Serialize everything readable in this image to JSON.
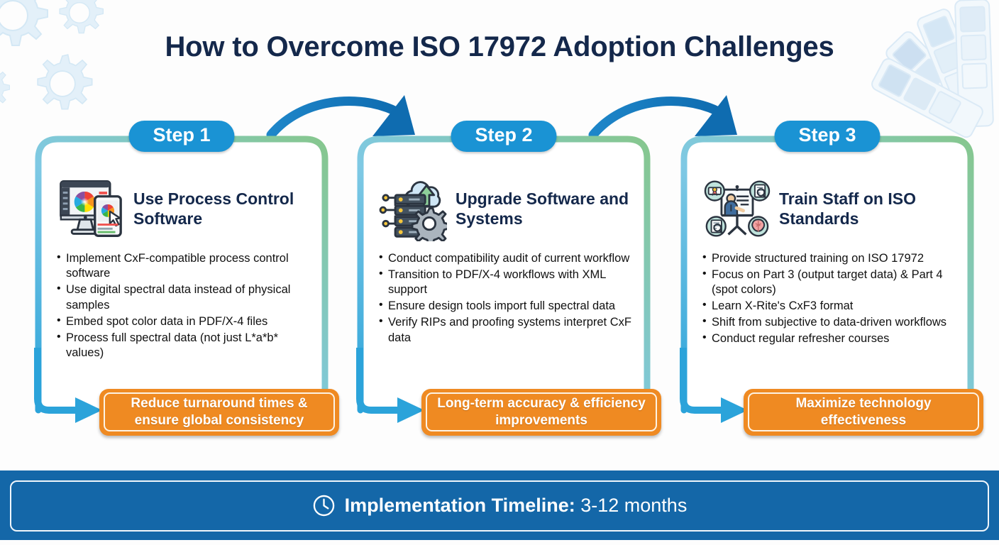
{
  "title": "How to Overcome ISO 17972 Adoption Challenges",
  "colors": {
    "badge_blue": "#1a93d4",
    "title_navy": "#14284b",
    "outcome_orange": "#ef8a22",
    "timeline_blue": "#1467a8",
    "arrow_blue": "#1272b6",
    "border_green": "#7cc189",
    "border_cyan": "#3aa9d8"
  },
  "steps": [
    {
      "badge": "Step 1",
      "icon": "monitor-color-wheel-icon",
      "heading": "Use Process Control Software",
      "bullets": [
        "Implement CxF-compatible process control software",
        "Use digital spectral data instead of physical samples",
        "Embed spot color data in PDF/X-4 files",
        "Process full spectral data (not just L*a*b* values)"
      ],
      "outcome": "Reduce turnaround times & ensure global consistency"
    },
    {
      "badge": "Step 2",
      "icon": "server-cloud-gear-icon",
      "heading": "Upgrade Software and Systems",
      "bullets": [
        "Conduct compatibility audit of current workflow",
        "Transition to PDF/X-4 workflows with XML support",
        "Ensure design tools import full spectral data",
        "Verify RIPs and proofing systems interpret CxF data"
      ],
      "outcome": "Long-term accuracy & efficiency improvements"
    },
    {
      "badge": "Step 3",
      "icon": "training-presentation-icon",
      "heading": "Train Staff on ISO Standards",
      "bullets": [
        "Provide structured training on ISO 17972",
        "Focus on Part 3 (output target data) & Part 4 (spot colors)",
        "Learn X-Rite's CxF3 format",
        "Shift from subjective to data-driven workflows",
        "Conduct regular refresher courses"
      ],
      "outcome": "Maximize technology effectiveness"
    }
  ],
  "timeline": {
    "icon": "clock-icon",
    "label": "Implementation Timeline:",
    "value": "3-12 months"
  }
}
